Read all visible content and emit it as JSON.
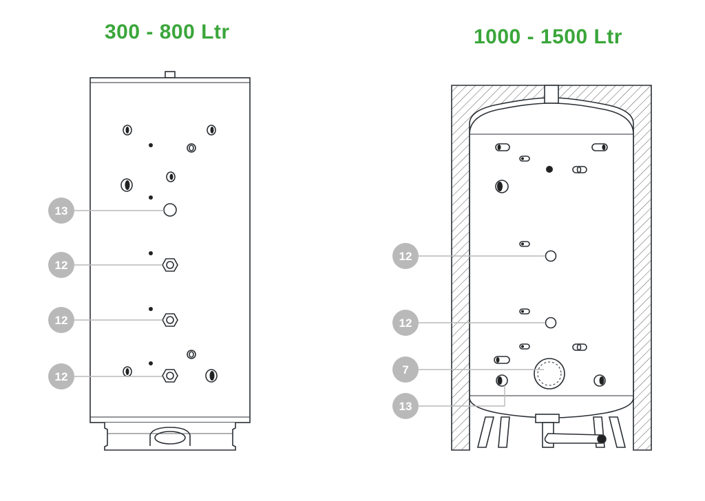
{
  "colors": {
    "title": "#3aa63a",
    "badge": "#b9b9b9",
    "line": "#2a2e33"
  },
  "left_tank": {
    "title": "300 - 800 Ltr",
    "callouts": [
      {
        "label": "13"
      },
      {
        "label": "12"
      },
      {
        "label": "12"
      },
      {
        "label": "12"
      }
    ]
  },
  "right_tank": {
    "title": "1000 - 1500 Ltr",
    "callouts": [
      {
        "label": "12"
      },
      {
        "label": "12"
      },
      {
        "label": "7"
      },
      {
        "label": "13"
      }
    ]
  }
}
